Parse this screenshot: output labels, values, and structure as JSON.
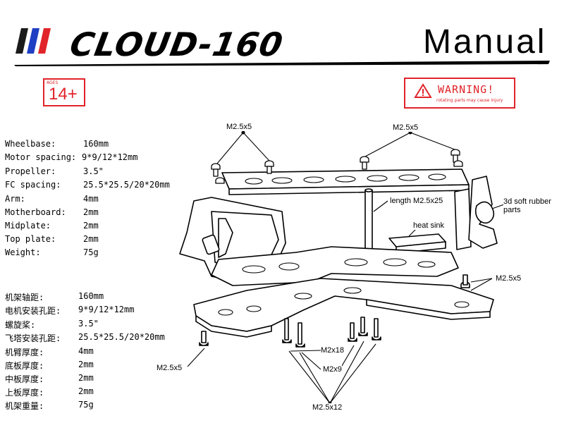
{
  "header": {
    "brand": "CLOUD-160",
    "manual": "Manual",
    "stripe_colors": [
      "#1a1a1a",
      "#1e3fc4",
      "#e0242a"
    ]
  },
  "badges": {
    "age_label": "AGES",
    "age_value": "14+",
    "warning_title": "WARNING!",
    "warning_sub": "rotating parts may cause injury",
    "accent": "#e0242a"
  },
  "specs_en": [
    {
      "label": "Wheelbase:",
      "value": "160mm"
    },
    {
      "label": "Motor spacing:",
      "value": "9*9/12*12mm"
    },
    {
      "label": "Propeller:",
      "value": "3.5\""
    },
    {
      "label": "FC spacing:",
      "value": "25.5*25.5/20*20mm"
    },
    {
      "label": "Arm:",
      "value": "4mm"
    },
    {
      "label": "Motherboard:",
      "value": "2mm"
    },
    {
      "label": "Midplate:",
      "value": "2mm"
    },
    {
      "label": "Top plate:",
      "value": "2mm"
    },
    {
      "label": "Weight:",
      "value": "75g"
    }
  ],
  "specs_cn": [
    {
      "label": "机架轴距:",
      "value": "160mm"
    },
    {
      "label": "电机安装孔距:",
      "value": "9*9/12*12mm"
    },
    {
      "label": "螺旋桨:",
      "value": "3.5\""
    },
    {
      "label": "飞塔安装孔距:",
      "value": "25.5*25.5/20*20mm"
    },
    {
      "label": "机臂厚度:",
      "value": "4mm"
    },
    {
      "label": "底板厚度:",
      "value": "2mm"
    },
    {
      "label": "中板厚度:",
      "value": "2mm"
    },
    {
      "label": "上板厚度:",
      "value": "2mm"
    },
    {
      "label": "机架重量:",
      "value": "75g"
    }
  ],
  "callouts": {
    "top_left_screw": "M2.5x5",
    "top_right_screw": "M2.5x5",
    "standoff": "length M2.5x25",
    "heat_sink": "heat sink",
    "rubber_line1": "3d soft rubber",
    "rubber_line2": "parts",
    "right_screw": "M2.5x5",
    "bottom_left_screw": "M2.5x5",
    "m2x18": "M2x18",
    "m2x9": "M2x9",
    "m2x12": "M2.5x12"
  }
}
